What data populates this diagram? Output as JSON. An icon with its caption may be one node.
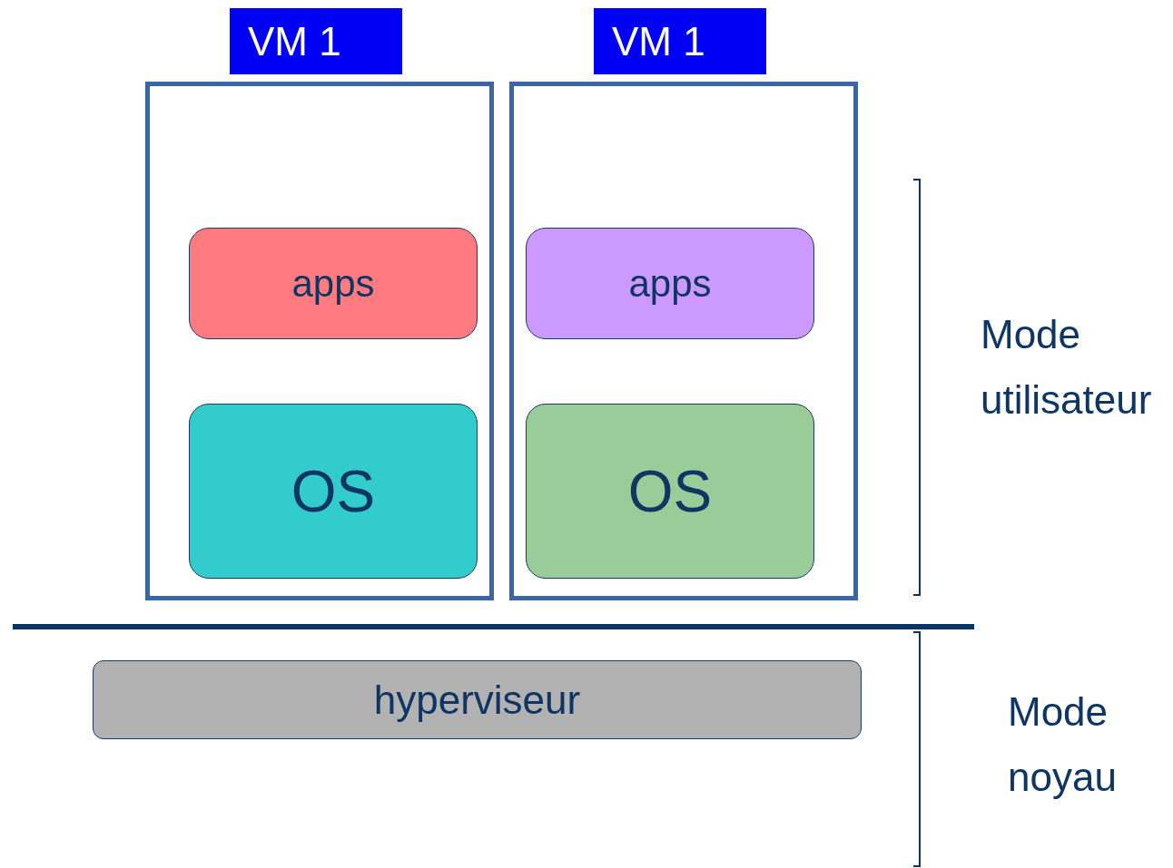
{
  "diagram": {
    "nodes": [
      {
        "text": [
          "VM 1"
        ]
      },
      {
        "text": [
          "apps"
        ],
        "in": 0
      },
      {
        "text": [
          "OS"
        ],
        "in": 0
      },
      {
        "text": [
          "VM 1"
        ]
      },
      {
        "text": [
          "apps"
        ],
        "in": 3
      },
      {
        "text": [
          "OS"
        ],
        "in": 3
      },
      {
        "text": [
          "hyperviseur"
        ]
      }
    ],
    "labels": [
      "Mode utilisateur",
      "Mode noyau"
    ]
  }
}
